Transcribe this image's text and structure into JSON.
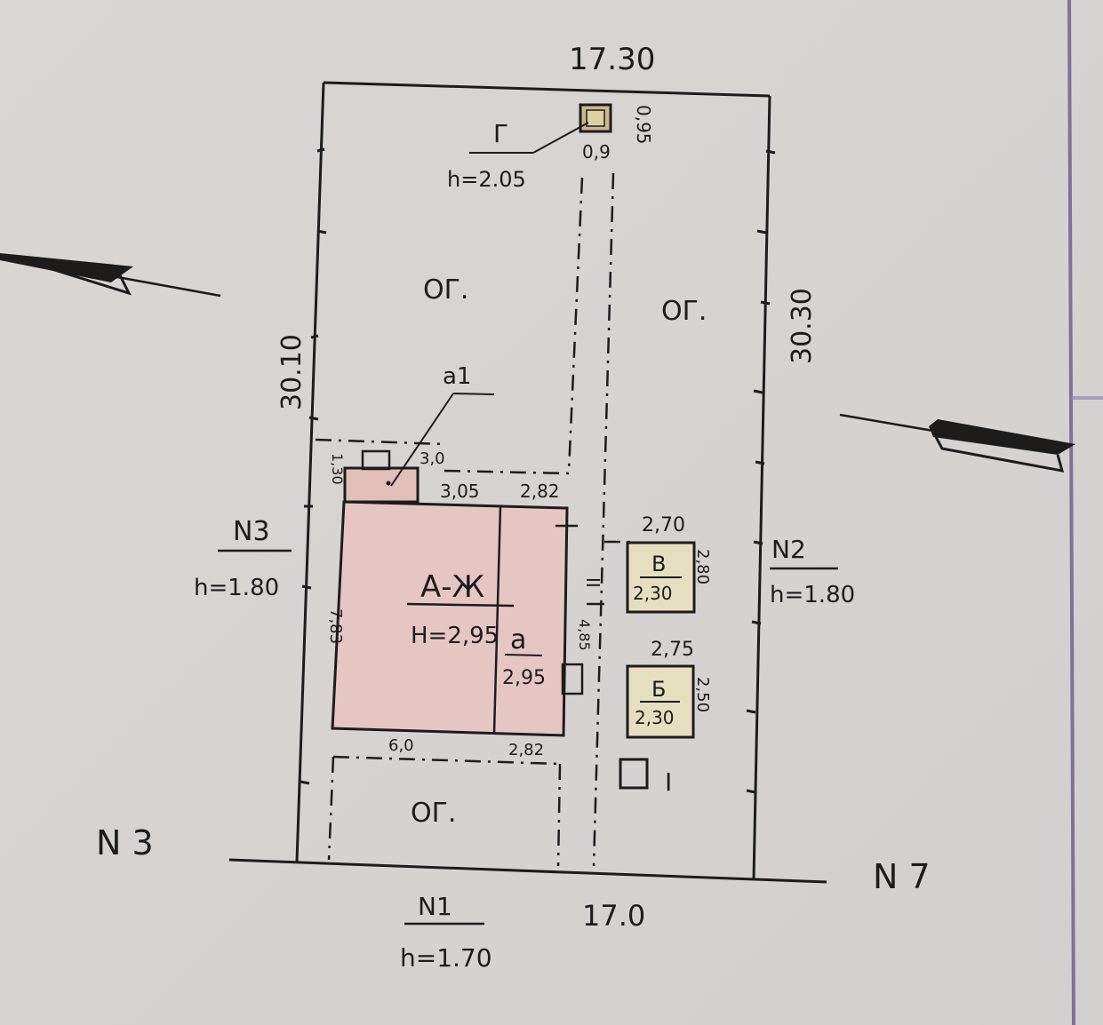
{
  "plan": {
    "top_width": "17.30",
    "bottom_width": "17.0",
    "left_length": "30.10",
    "right_length": "30.30",
    "garden_label": "ОГ.",
    "yard_label": "ОГ."
  },
  "buildings": {
    "main_house": {
      "label": "А-Ж",
      "height": "Н=2,95"
    },
    "annex_a": {
      "label": "а",
      "height": "2,95"
    },
    "annex_a1": {
      "label": "а1",
      "dim_width": "3,0",
      "dim_depth": "1,30"
    },
    "dims": {
      "top_left": "3,05",
      "top_right": "2,82",
      "bottom_left": "6,0",
      "bottom_right": "2,82",
      "left_side": "7,83",
      "right_side": "4,85"
    },
    "shed_g": {
      "label": "Г",
      "height": "h=2.05",
      "width": "0,9",
      "depth": "0,95"
    },
    "shed_v": {
      "label": "В",
      "height": "2,30",
      "width": "2,70",
      "depth": "2,80"
    },
    "shed_b": {
      "label": "Б",
      "height": "2,30",
      "width": "2,75",
      "depth": "2,50"
    },
    "outhouse": {
      "label": "I"
    },
    "porch": {
      "label": "II"
    }
  },
  "fences": {
    "n1": {
      "label": "N1",
      "height": "h=1.70"
    },
    "n2": {
      "label": "N2",
      "height": "h=1.80"
    },
    "n3": {
      "label": "N3",
      "height": "h=1.80"
    }
  },
  "neighbors": {
    "left": "N 3",
    "right": "N 7"
  },
  "colors": {
    "ink": "#1d1c1c",
    "house_fill": "#e6c6c2",
    "shed_fill": "#e6dfbf",
    "paper": "#d8d5d3",
    "stamp": "#6b5a8e"
  }
}
